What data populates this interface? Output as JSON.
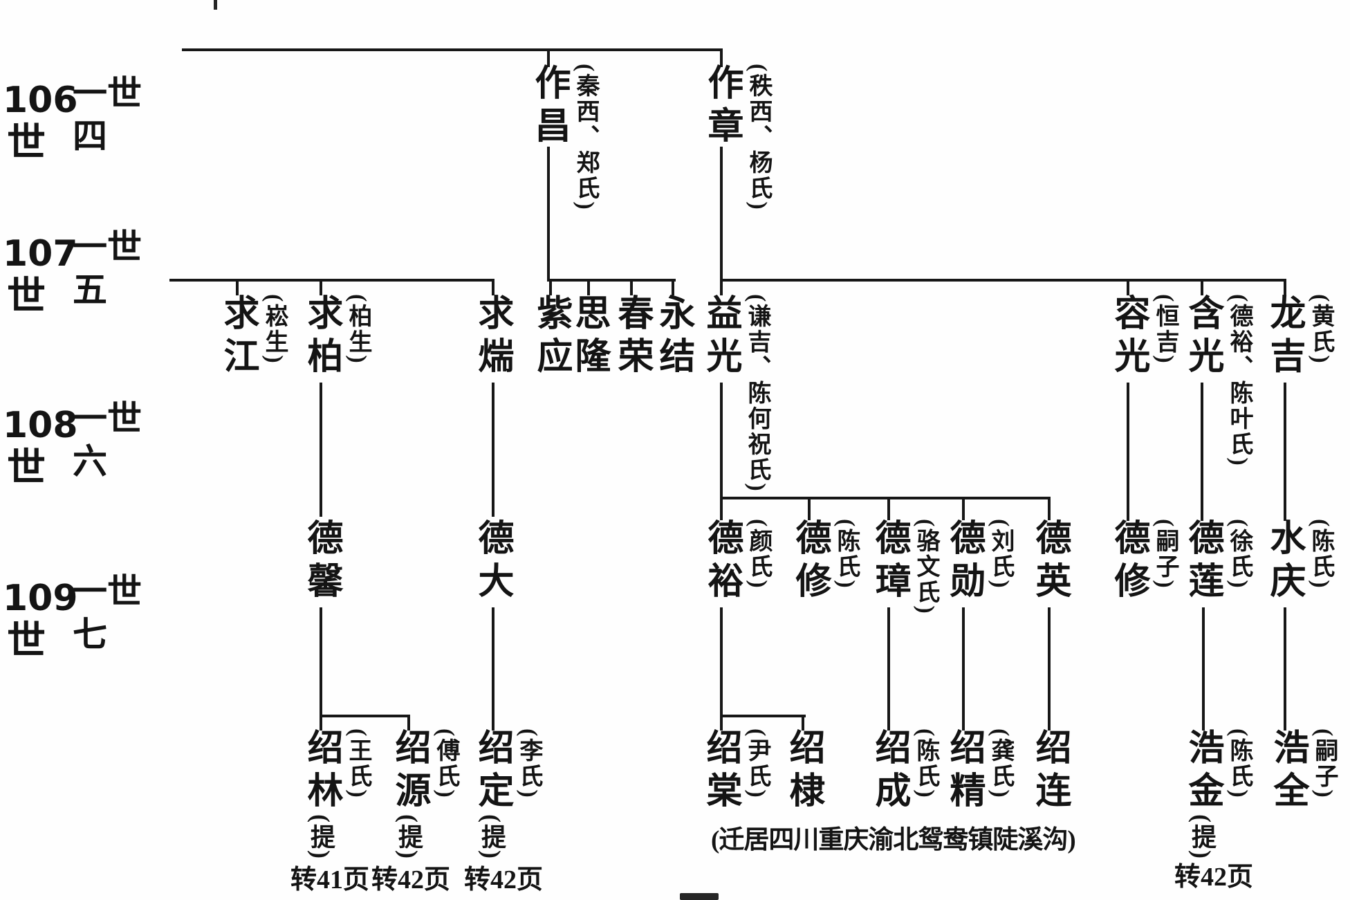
{
  "generation_labels": [
    {
      "number": "106",
      "shi": "世",
      "rank": "一四世"
    },
    {
      "number": "107",
      "shi": "世",
      "rank": "一五世"
    },
    {
      "number": "108",
      "shi": "世",
      "rank": "一六世"
    },
    {
      "number": "109",
      "shi": "世",
      "rank": "一七世"
    }
  ],
  "nodes": {
    "zuochang": {
      "name": "作昌",
      "note": "(秦西、郑氏)"
    },
    "zuozhang": {
      "name": "作章",
      "note": "(秩西、杨氏)"
    },
    "qiujiang": {
      "name": "求江",
      "note": "(崧生)"
    },
    "qiubai": {
      "name": "求柏",
      "note": "(柏生)"
    },
    "qiutuan": {
      "name": "求煓"
    },
    "ziying": {
      "name": "紫应"
    },
    "silong": {
      "name": "思隆"
    },
    "chunrong": {
      "name": "春荣"
    },
    "yongjie": {
      "name": "永结"
    },
    "yiguang": {
      "name": "益光",
      "note": "(谦吉、陈何祝氏)"
    },
    "rongguang": {
      "name": "容光",
      "note": "(恒吉)"
    },
    "hanguang": {
      "name": "含光",
      "note": "(德裕、陈叶氏)"
    },
    "longji": {
      "name": "龙吉",
      "note": "(黄氏)"
    },
    "dexin": {
      "name": "德馨"
    },
    "deda": {
      "name": "德大"
    },
    "deyu": {
      "name": "德裕",
      "note": "(颜氏)"
    },
    "dexiu": {
      "name": "德修",
      "note": "(陈氏)"
    },
    "dezhang": {
      "name": "德璋",
      "note": "(骆文氏)"
    },
    "dexun": {
      "name": "德勋",
      "note": "(刘氏)"
    },
    "deying": {
      "name": "德英"
    },
    "dexiu2": {
      "name": "德修",
      "note": "(嗣子)"
    },
    "delian": {
      "name": "德莲",
      "note": "(徐氏)"
    },
    "shuiqing": {
      "name": "水庆",
      "note": "(陈氏)"
    },
    "shaolin": {
      "name": "绍林",
      "note": "(王氏)",
      "tag": "(提)"
    },
    "shaoyuan": {
      "name": "绍源",
      "note": "(傅氏)",
      "tag": "(提)"
    },
    "shaoding": {
      "name": "绍定",
      "note": "(李氏)",
      "tag": "(提)"
    },
    "shaotang": {
      "name": "绍棠",
      "note": "(尹氏)"
    },
    "shaodi": {
      "name": "绍棣"
    },
    "shaocheng": {
      "name": "绍成",
      "note": "(陈氏)"
    },
    "shaojing": {
      "name": "绍精",
      "note": "(龚氏)"
    },
    "shaolian": {
      "name": "绍连"
    },
    "haojin": {
      "name": "浩金",
      "note": "(陈氏)",
      "tag": "(提)"
    },
    "haoquan": {
      "name": "浩全",
      "note": "(嗣子)"
    }
  },
  "lineage": {
    "作昌": [
      "紫应",
      "思隆",
      "春荣",
      "永结"
    ],
    "作章": [
      "益光",
      "容光",
      "含光",
      "龙吉"
    ],
    "求柏": [
      "德馨"
    ],
    "求煓": [
      "德大"
    ],
    "益光": [
      "德裕",
      "德修",
      "德璋",
      "德勋",
      "德英"
    ],
    "容光": [
      "德修(嗣子)"
    ],
    "含光": [
      "德莲"
    ],
    "龙吉": [
      "水庆"
    ],
    "德馨": [
      "绍林",
      "绍源"
    ],
    "德大": [
      "绍定"
    ],
    "德裕": [
      "绍棠",
      "绍棣"
    ],
    "德璋": [
      "绍成"
    ],
    "德勋": [
      "绍精"
    ],
    "德英": [
      "绍连"
    ],
    "德莲": [
      "浩金"
    ],
    "水庆": [
      "浩全"
    ]
  },
  "migration_note": "(迁居四川重庆渝北鸳鸯镇陡溪沟)",
  "page_refs": {
    "p41": "转41页",
    "p42a": "转42页",
    "p42b": "转42页",
    "p42c": "转42页"
  }
}
